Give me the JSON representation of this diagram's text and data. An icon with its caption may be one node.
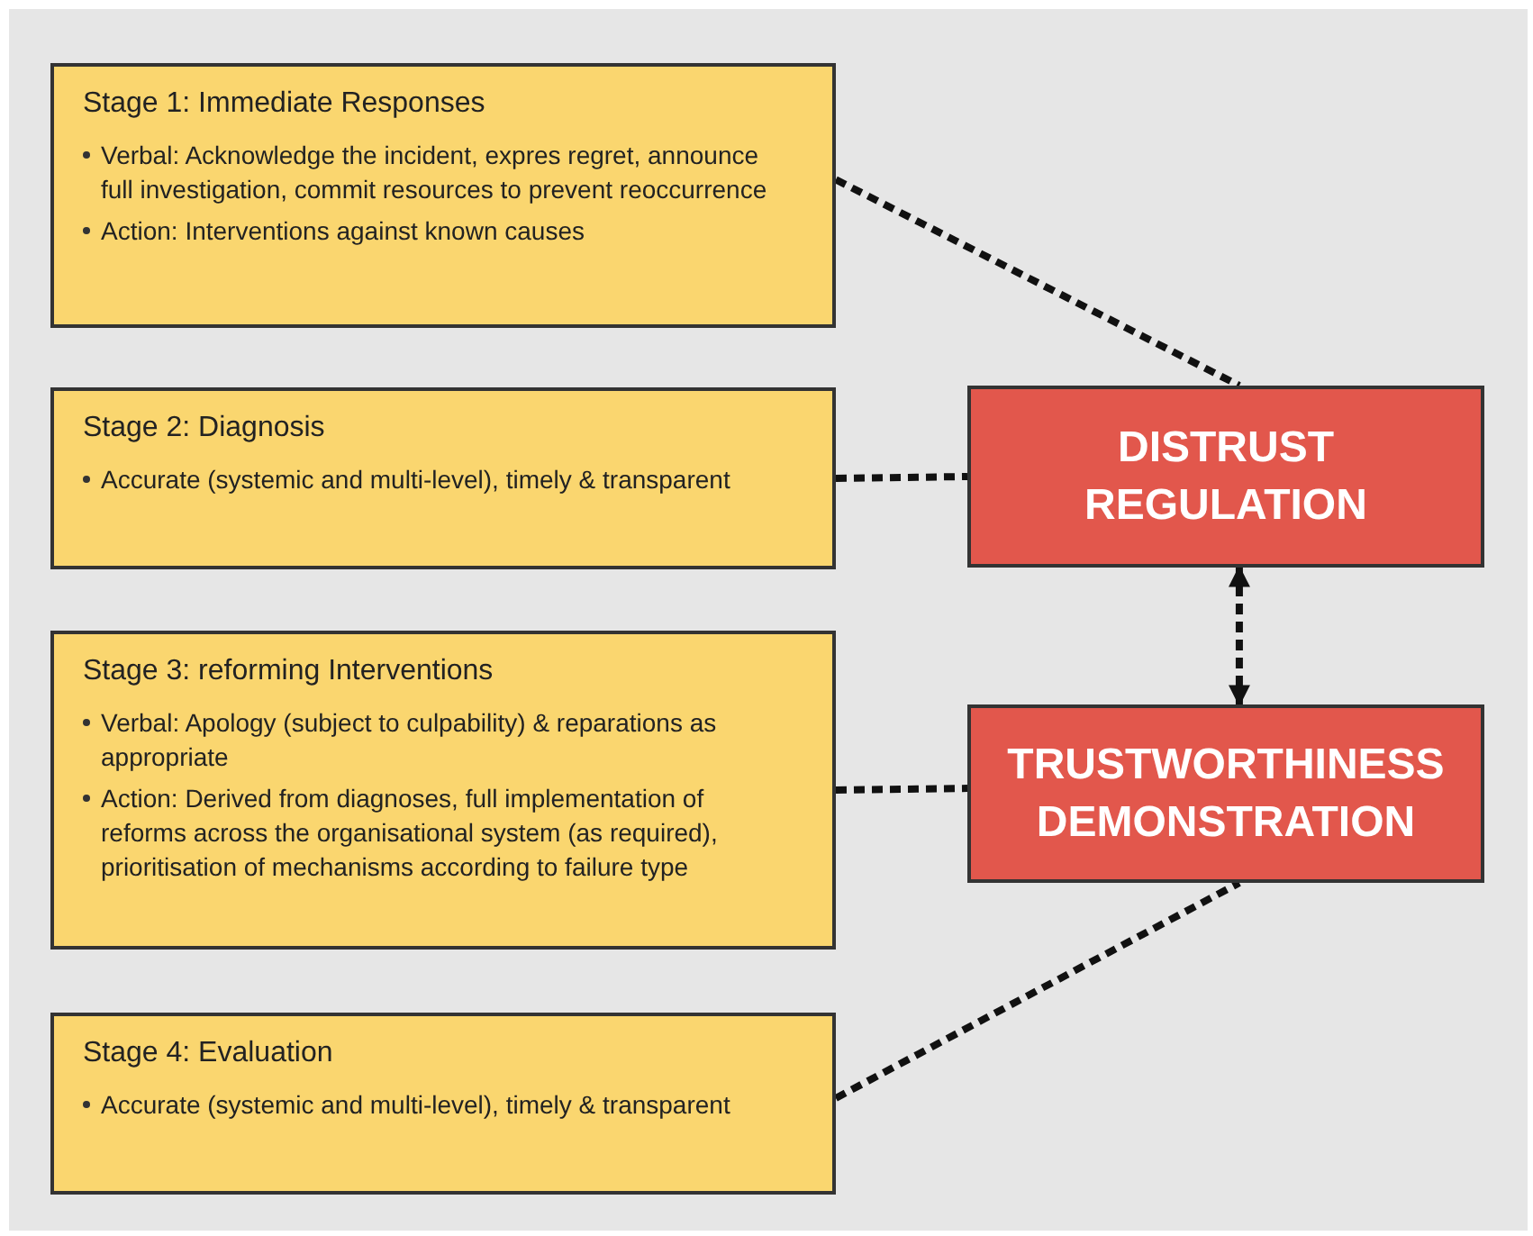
{
  "diagram": {
    "nodes": [
      {
        "text": [
          "Stage 1: Immediate Responses",
          "Verbal: Acknowledge the incident, expres regret, announce full investigation, commit resources to prevent reoccurrence",
          "Action: Interventions against known causes"
        ]
      },
      {
        "text": [
          "Stage 2: Diagnosis",
          "Accurate (systemic and multi-level), timely & transparent"
        ]
      },
      {
        "text": [
          "Stage 3: reforming Interventions",
          "Verbal: Apology (subject to culpability) & reparations as appropriate",
          "Action: Derived from diagnoses, full implementation of reforms across the organisational system (as required), prioritisation of mechanisms according to failure type"
        ]
      },
      {
        "text": [
          "Stage 4: Evaluation",
          "Accurate (systemic and multi-level), timely & transparent"
        ]
      },
      {
        "text": [
          "DISTRUST REGULATION"
        ]
      },
      {
        "text": [
          "TRUSTWORTHINESS DEMONSTRATION"
        ]
      }
    ],
    "edges": [
      {
        "from": 0,
        "to": 4,
        "arrow": "none",
        "style": "dashed"
      },
      {
        "from": 1,
        "to": 4,
        "arrow": "none",
        "style": "dashed"
      },
      {
        "from": 2,
        "to": 5,
        "arrow": "none",
        "style": "dashed"
      },
      {
        "from": 3,
        "to": 5,
        "arrow": "none",
        "style": "dashed"
      },
      {
        "from": 4,
        "to": 5,
        "arrow": "both",
        "style": "dashed"
      }
    ]
  }
}
